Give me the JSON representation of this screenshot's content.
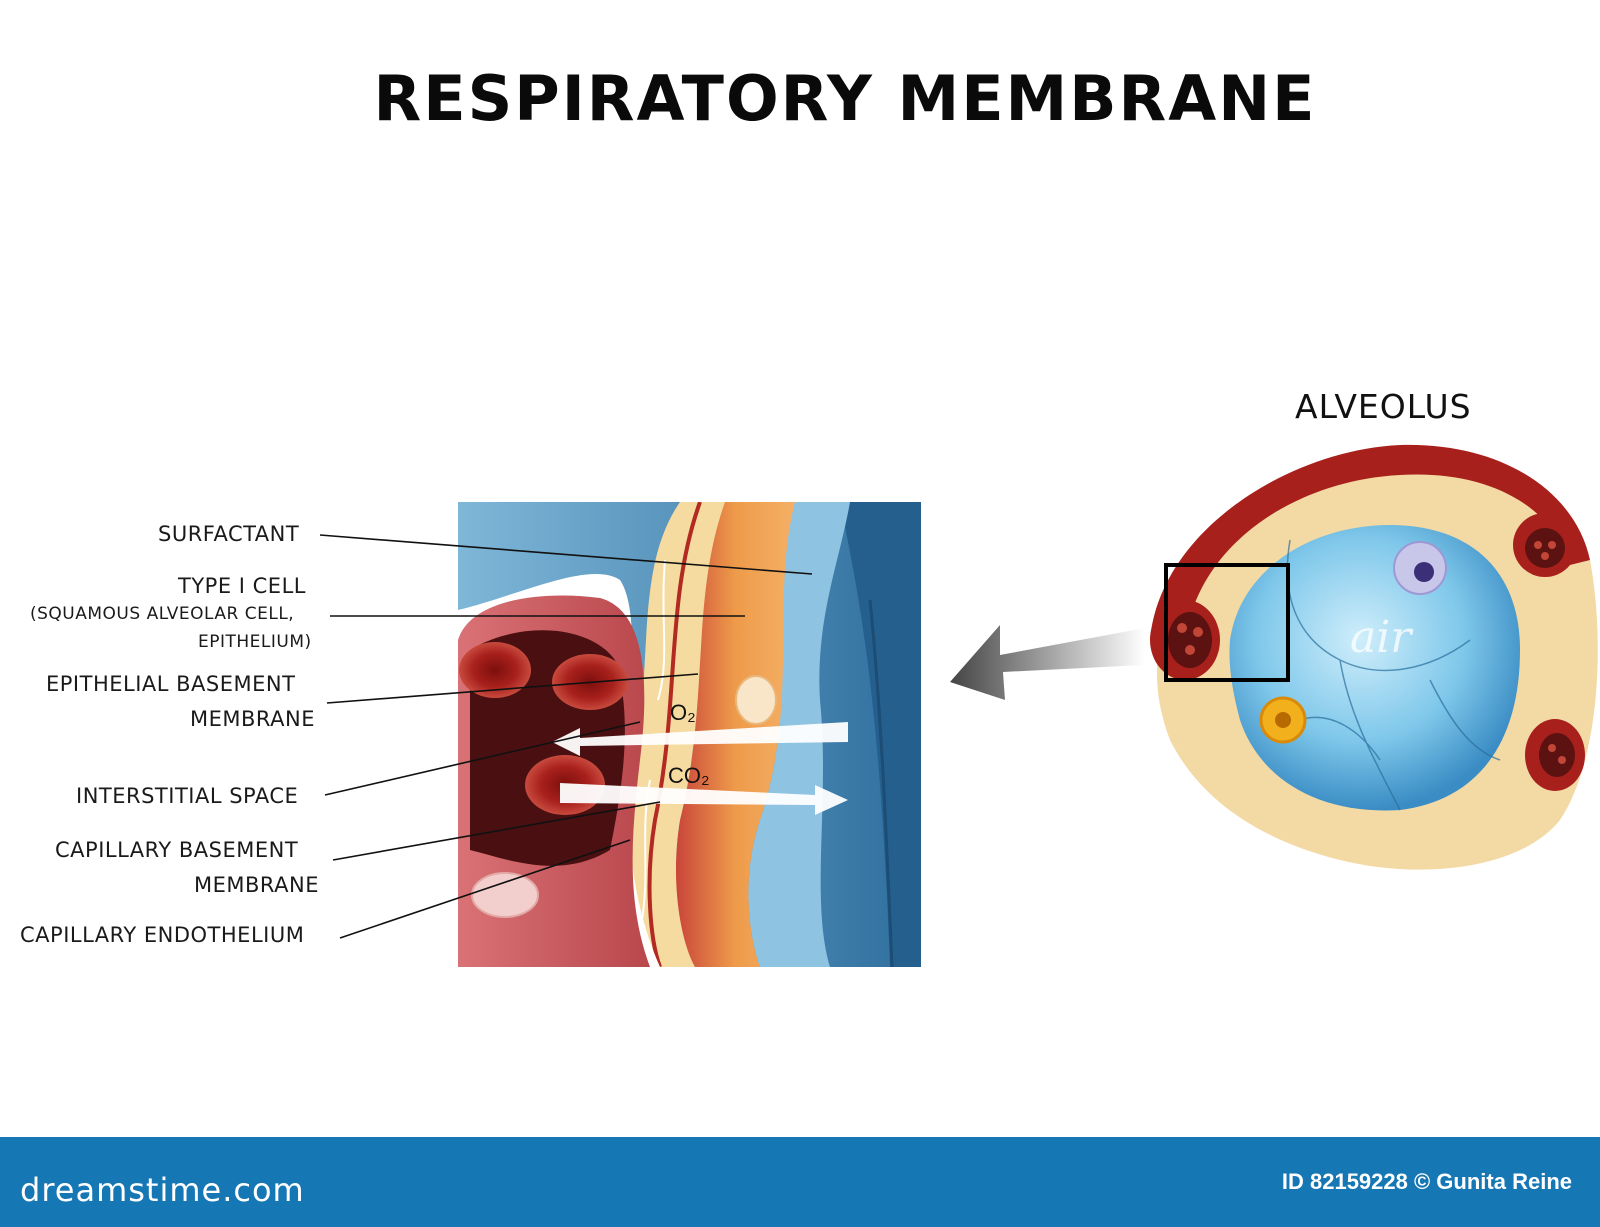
{
  "title": "RESPIRATORY MEMBRANE",
  "alveolus_title": "ALVEOLUS",
  "labels": {
    "surfactant": "SURFACTANT",
    "type1_line1": "TYPE I CELL",
    "type1_line2": "(SQUAMOUS ALVEOLAR CELL,",
    "type1_line3": "EPITHELIUM)",
    "epithelial_line1": "EPITHELIAL BASEMENT",
    "epithelial_line2": "MEMBRANE",
    "interstitial": "INTERSTITIAL SPACE",
    "capillary_bm_line1": "CAPILLARY BASEMENT",
    "capillary_bm_line2": "MEMBRANE",
    "endothelium": "CAPILLARY ENDOTHELIUM"
  },
  "gases": {
    "o2": "O₂",
    "co2": "CO₂"
  },
  "air_label": "air",
  "footer": {
    "logo": "dreamstime.com",
    "credit": "ID 82159228 © Gunita Reine"
  },
  "colors": {
    "footer": "#1677b5",
    "blood": "#c9666a",
    "rbc": "#a8201c",
    "epithelium": "#e8923a",
    "surfactant_blue": "#5a9cc8",
    "air_blue": "#7ec7ea"
  }
}
